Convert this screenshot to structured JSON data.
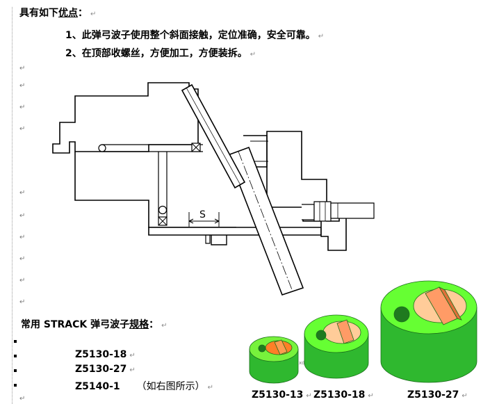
{
  "paragraph_mark": "↵",
  "advantages": {
    "title_prefix": "具有如下",
    "title_underlined": "优点",
    "title_suffix": "：",
    "item1": "1、此弹弓波子使用整个斜面接触，定位准确，安全可靠。",
    "item2": "2、在顶部收螺丝，方便加工，方便装拆。"
  },
  "diagram": {
    "dimension_label": "S"
  },
  "specs": {
    "title_prefix": "常用 STRACK 弹弓波子",
    "title_underlined": "规格",
    "title_suffix": "：",
    "models": [
      "Z5130-18",
      "Z5130-27",
      "Z5140-1"
    ],
    "note": "（如右图所示）"
  },
  "part_captions": [
    "Z5130-13",
    "Z5130-18",
    "Z5130-27"
  ],
  "part_tiny_label": "xd",
  "colors": {
    "part_body": "#33cc33",
    "part_top": "#66ff33",
    "insert_orange": "#ff7f27",
    "insert_beige": "#ffcc99"
  }
}
